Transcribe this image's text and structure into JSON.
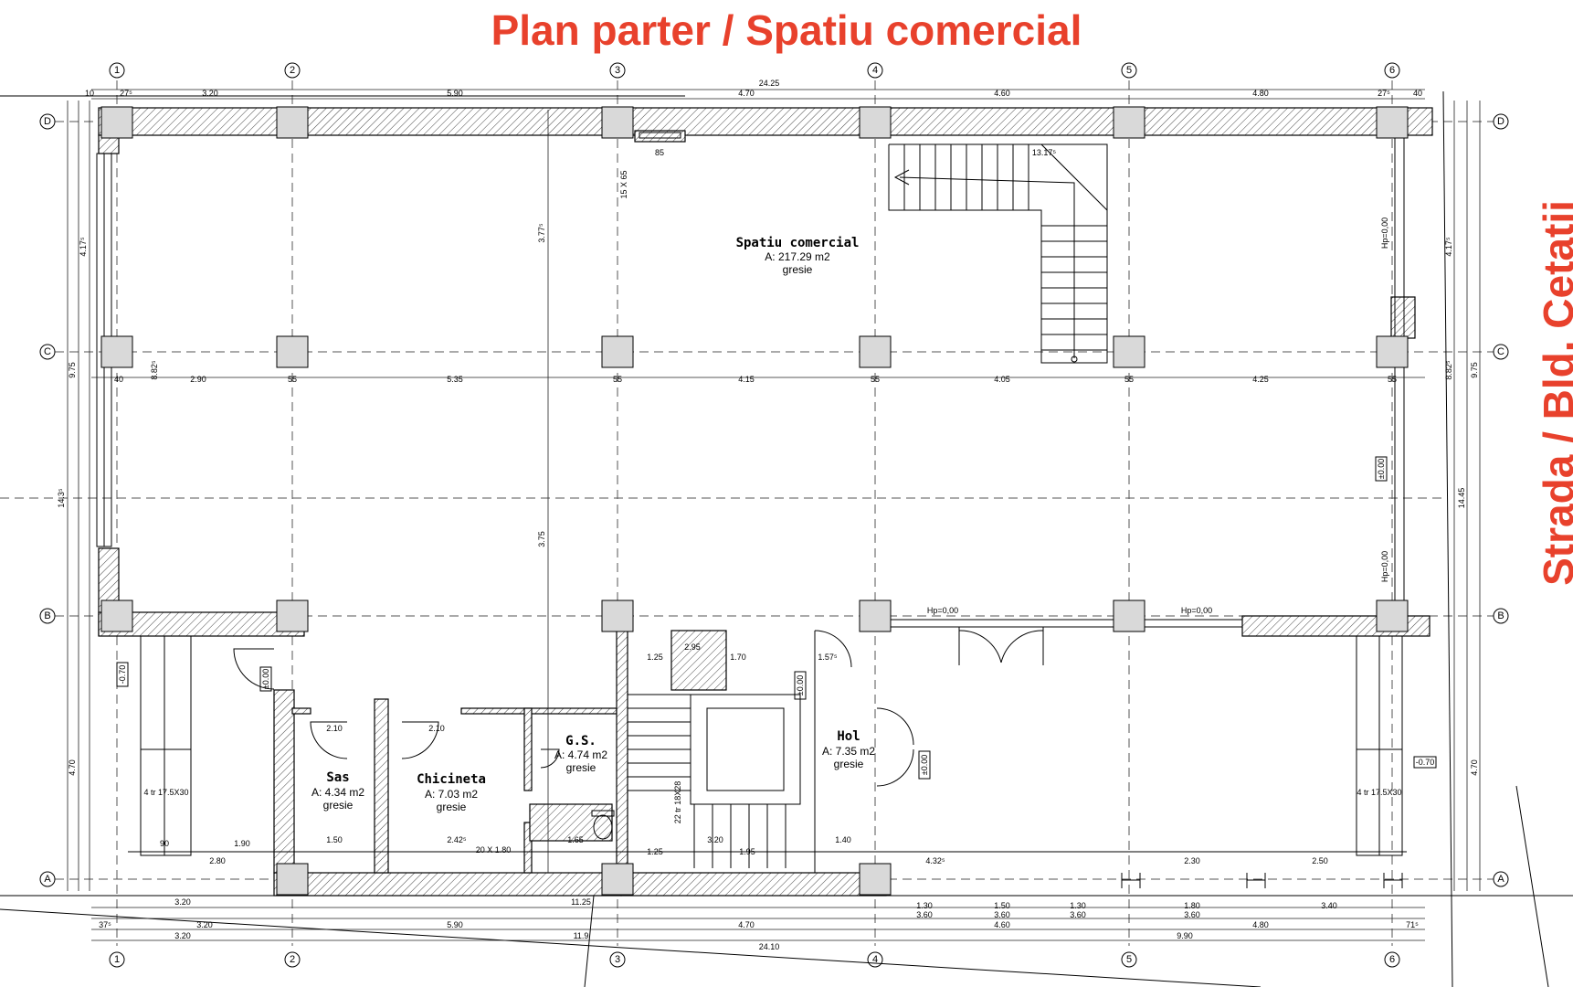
{
  "title": "Plan parter / Spatiu comercial",
  "street_label": "Strada / Bld. Cetatii",
  "colors": {
    "accent": "#e8412c",
    "lines": "#000000",
    "column_fill": "#d9d9d9"
  },
  "axes": {
    "vertical": [
      "1",
      "2",
      "3",
      "4",
      "5",
      "6"
    ],
    "horizontal": [
      "D",
      "C",
      "B",
      "A"
    ]
  },
  "rooms": [
    {
      "name": "Spatiu comercial",
      "area": "A: 217.29 m2",
      "finish": "gresie"
    },
    {
      "name": "Sas",
      "area": "A: 4.34 m2",
      "finish": "gresie"
    },
    {
      "name": "Chicineta",
      "area": "A: 7.03 m2",
      "finish": "gresie"
    },
    {
      "name": "G.S.",
      "area": "A: 4.74 m2",
      "finish": "gresie"
    },
    {
      "name": "Hol",
      "area": "A: 7.35 m2",
      "finish": "gresie"
    }
  ],
  "dimensions": {
    "overall_top": "24.25",
    "top_spans": [
      "3.20",
      "5.90",
      "4.70",
      "4.60",
      "4.80"
    ],
    "top_offsets": [
      "10",
      "27⁵",
      "27⁵",
      "40"
    ],
    "mid_spans": [
      "2.90",
      "5.35",
      "4.15",
      "4.05",
      "4.25"
    ],
    "mid_col_widths": [
      "40",
      "55",
      "55",
      "55",
      "55",
      "55"
    ],
    "bottom_row1": [
      "3.20",
      "11.25"
    ],
    "bottom_row_facade": [
      "1.30",
      "1.50",
      "1.30",
      "1.80",
      "3.40"
    ],
    "bottom_row_facade2": [
      "3.60",
      "3.60",
      "3.60",
      "3.60"
    ],
    "bottom_row2": [
      "37⁵",
      "3.20",
      "5.90",
      "4.70",
      "4.60",
      "4.80",
      "71⁵"
    ],
    "bottom_row3": [
      "3.20",
      "11.9",
      "9.90"
    ],
    "overall_bottom": "24.10",
    "left_overall": "14.3⁵",
    "left_upper": "9.75",
    "left_lower": "4.70",
    "left_bay_upper": "4.17⁵",
    "left_bay_mid": "8.82⁵",
    "right_overall": "14.45",
    "right_upper": "9.75",
    "right_bay_upper": "4.17⁵",
    "right_bay_mid": "8.82⁵",
    "right_lower": "4.70",
    "stair_run": "13.17⁵",
    "vent": "15 X 65",
    "vent_w": "85",
    "interior_3_77": "3.77⁵",
    "interior_3_75": "3.75",
    "interior_8_82": "8.82⁵",
    "sas_w": "1.50",
    "chic_w": "2.42⁵",
    "gs_w": "1.65",
    "hol_w": "1.40",
    "hall_front": "4.32⁵",
    "front_2_30": "2.30",
    "front_2_50": "2.50",
    "stair_2_95": "2.95",
    "stair_1_70": "1.70",
    "stair_1_57": "1.57⁵",
    "stair_1_25a": "1.25",
    "stair_1_25b": "1.25",
    "stair_3_20": "3.20",
    "stair_1_95": "1.95",
    "win_20x180": "20 X 1.80",
    "door_210": "2.10",
    "ramp_l": "4 tr 17.5X30",
    "ramp_r": "4 tr 17.5X30",
    "stair_22tr": "22 tr 18X28",
    "left_1_90": "1.90",
    "left_2_80": "2.80",
    "left_90": "90",
    "elev_0": "±0.00",
    "elev_m070": "-0.70",
    "hp": "Hp=0,00"
  }
}
